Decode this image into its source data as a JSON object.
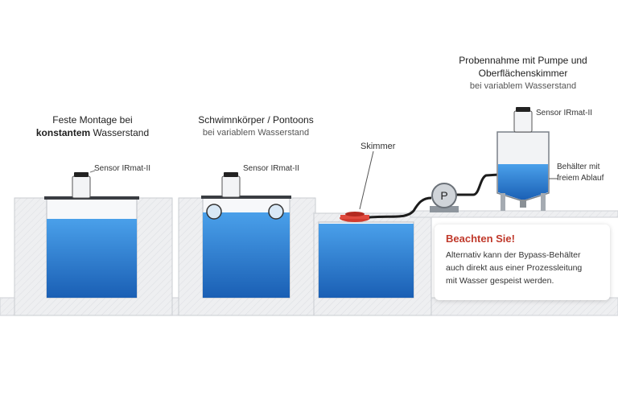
{
  "sections": [
    {
      "title_line1": "Feste Montage bei",
      "title_line2_bold": "konstantem",
      "title_line2_rest": " Wasserstand",
      "sensor_label": "Sensor IRmat-II"
    },
    {
      "title_line1": "Schwimnkörper / Pontoons",
      "subtitle": "bei variablem Wasserstand",
      "sensor_label": "Sensor IRmat-II"
    },
    {
      "title_line1": "Probennahme mit Pumpe und",
      "title_line2": "Oberflächenskimmer",
      "subtitle": "bei variablem Wasserstand",
      "sensor_label": "Sensor IRmat-II"
    }
  ],
  "skimmer_label": "Skimmer",
  "pump_letter": "P",
  "container_label_line1": "Behälter mit",
  "container_label_line2": "freiem Ablauf",
  "note": {
    "title": "Beachten Sie!",
    "line1": "Alternativ kann der Bypass-Behälter",
    "line2": "auch direkt aus einer Prozessleitung",
    "line3": "mit Wasser gespeist werden."
  },
  "colors": {
    "water": "#2d7fd3",
    "concrete": "#ecedef",
    "accent_red": "#c0392b"
  }
}
